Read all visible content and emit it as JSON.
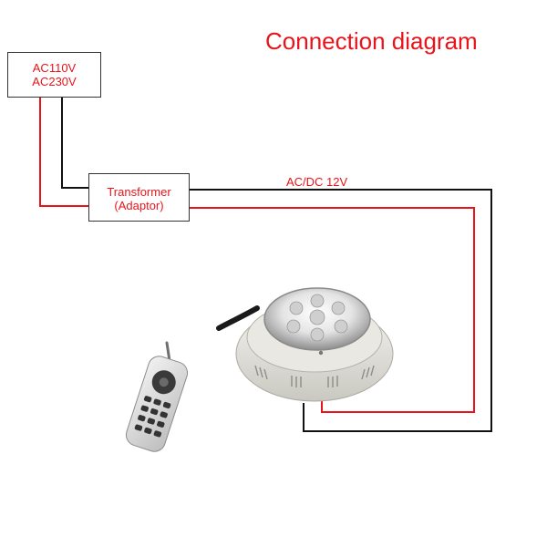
{
  "title": "Connection diagram",
  "power_source": {
    "line1": "AC110V",
    "line2": "AC230V"
  },
  "transformer": {
    "line1": "Transformer",
    "line2": "(Adaptor)"
  },
  "output_voltage": "AC/DC 12V",
  "colors": {
    "title": "#e8141b",
    "live_wire": "#e8141b",
    "neutral_wire": "#111111",
    "box_border": "#333333"
  },
  "components": [
    "pool-light-icon",
    "remote-control-icon"
  ]
}
